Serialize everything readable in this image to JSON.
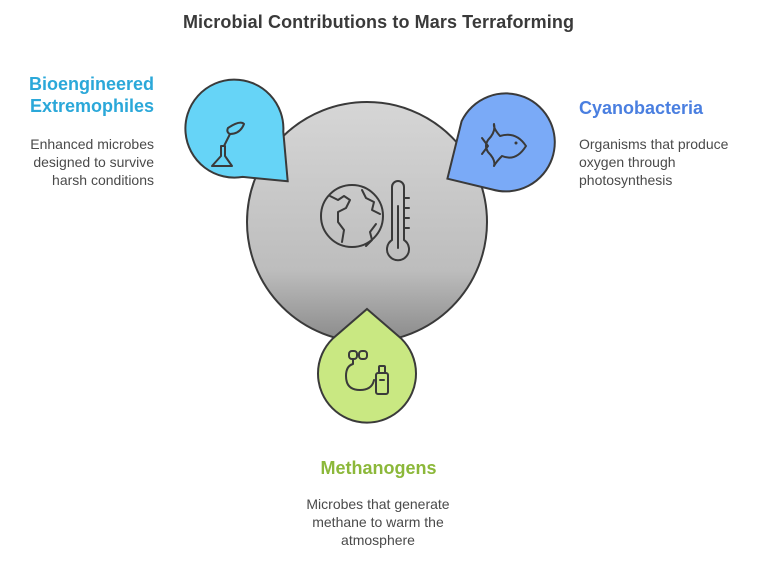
{
  "title": "Microbial Contributions to Mars Terraforming",
  "center": {
    "icon": "globe-thermometer-icon"
  },
  "nodes": [
    {
      "id": "bioengineered",
      "heading": "Bioengineered Extremophiles",
      "heading_lines": [
        "Bioengineered",
        "Extremophiles"
      ],
      "description_lines": [
        "Enhanced microbes",
        "designed to survive",
        "harsh conditions"
      ],
      "icon": "flask-plant-icon",
      "color": "#66d4f7",
      "text_color": "#2ba8d9"
    },
    {
      "id": "cyanobacteria",
      "heading": "Cyanobacteria",
      "description_lines": [
        "Organisms that produce",
        "oxygen through",
        "photosynthesis"
      ],
      "icon": "fish-icon",
      "color": "#7aaaf7",
      "text_color": "#4a7fe0"
    },
    {
      "id": "methanogens",
      "heading": "Methanogens",
      "description_lines": [
        "Microbes that generate",
        "methane to warm the",
        "atmosphere"
      ],
      "icon": "gas-tank-icon",
      "color": "#c9e882",
      "text_color": "#8cb83a"
    }
  ],
  "colors": {
    "center_top": "#d6d6d6",
    "center_bottom": "#8a8a8a",
    "outline": "#3a3a3a"
  }
}
